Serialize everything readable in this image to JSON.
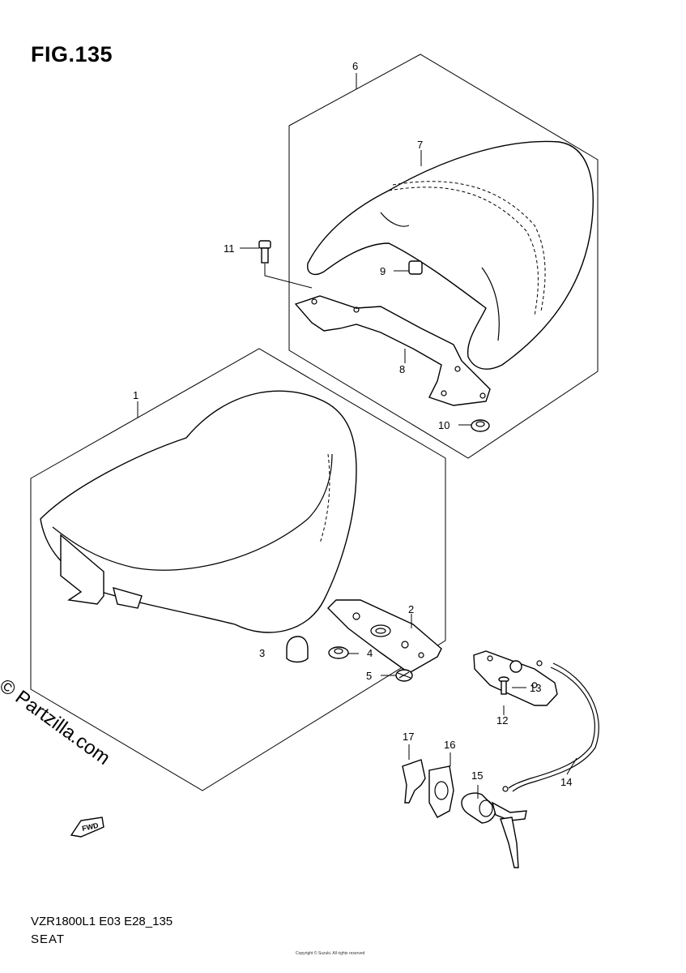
{
  "figure": {
    "title": "FIG.135",
    "code": "VZR1800L1 E03 E28_135",
    "name": "SEAT",
    "watermark": "© Partzilla.com",
    "footnote": "Copyright © Suzuki. All rights reserved",
    "fwd_label": "FWD"
  },
  "callouts": [
    {
      "id": "callout-1",
      "text": "1"
    },
    {
      "id": "callout-2",
      "text": "2"
    },
    {
      "id": "callout-3",
      "text": "3"
    },
    {
      "id": "callout-4",
      "text": "4"
    },
    {
      "id": "callout-5",
      "text": "5"
    },
    {
      "id": "callout-6",
      "text": "6"
    },
    {
      "id": "callout-7",
      "text": "7"
    },
    {
      "id": "callout-8",
      "text": "8"
    },
    {
      "id": "callout-9",
      "text": "9"
    },
    {
      "id": "callout-10",
      "text": "10"
    },
    {
      "id": "callout-11",
      "text": "11"
    },
    {
      "id": "callout-12",
      "text": "12"
    },
    {
      "id": "callout-13",
      "text": "13"
    },
    {
      "id": "callout-14",
      "text": "14"
    },
    {
      "id": "callout-15",
      "text": "15"
    },
    {
      "id": "callout-16",
      "text": "16"
    },
    {
      "id": "callout-17",
      "text": "17"
    }
  ]
}
